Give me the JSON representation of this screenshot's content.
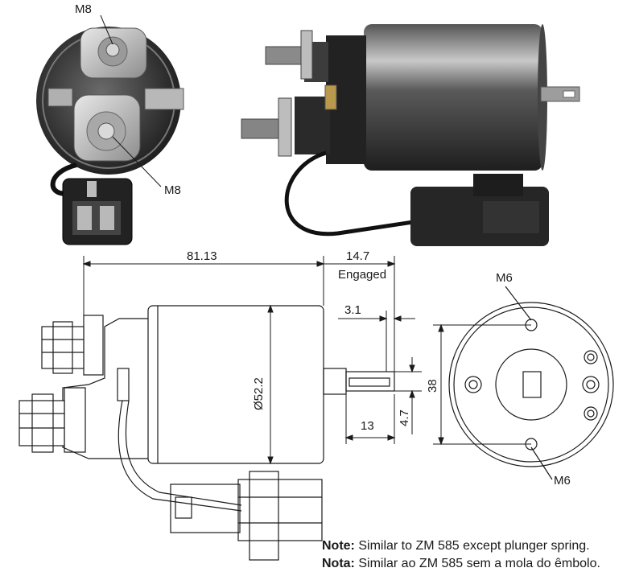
{
  "photo_labels": {
    "front_top": "M8",
    "front_side": "M8"
  },
  "dimensions": {
    "length": "81.13",
    "travel": "14.7",
    "travel_note": "Engaged",
    "tab_thickness": "3.1",
    "diameter": "Ø52.2",
    "tab_length": "13",
    "tab_offset": "4.7",
    "mount_spacing": "38"
  },
  "end_view_labels": {
    "top_hole": "M6",
    "bottom_hole": "M6"
  },
  "notes": {
    "en": {
      "label": "Note:",
      "text": " Similar to ZM 585 except plunger spring."
    },
    "pt": {
      "label": "Nota:",
      "text": " Similar ao ZM 585 sem a mola do êmbolo."
    }
  },
  "colors": {
    "body_dark": "#2b2b2b",
    "body_light": "#8a8a8a",
    "line": "#1a1a1a"
  }
}
